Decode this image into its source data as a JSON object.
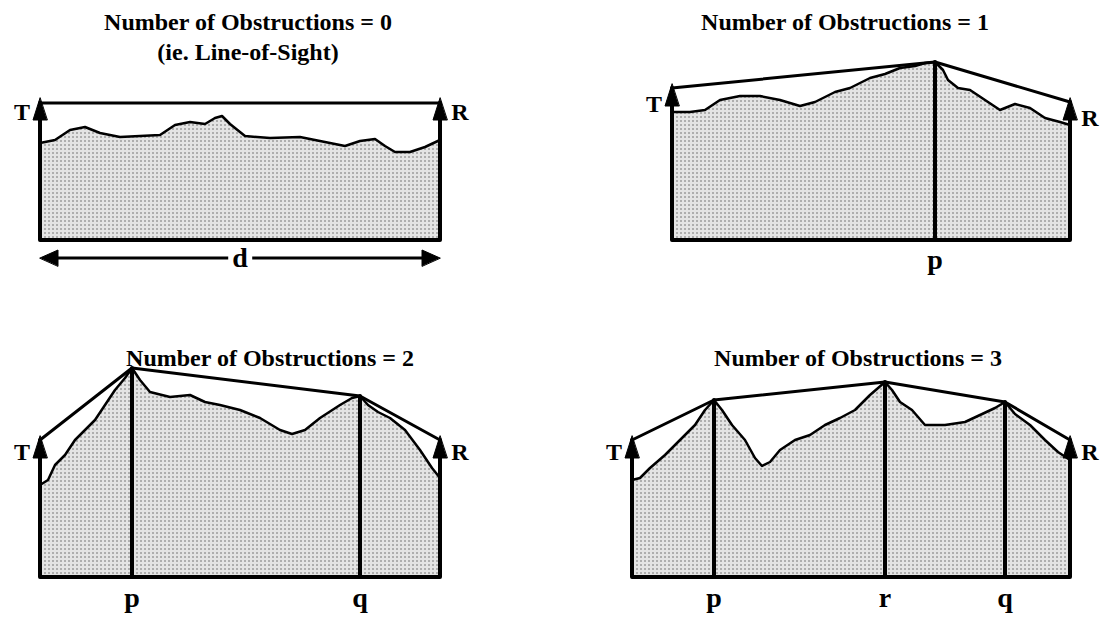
{
  "diagram": {
    "labels": [
      "Number of Obstructions = 0",
      "(ie. Line-of-Sight)",
      "T",
      "R",
      "d",
      "Number of Obstructions = 1",
      "T",
      "R",
      "p",
      "Number of Obstructions = 2",
      "T",
      "R",
      "p",
      "q",
      "Number of Obstructions = 3",
      "T",
      "R",
      "p",
      "r",
      "q"
    ]
  }
}
